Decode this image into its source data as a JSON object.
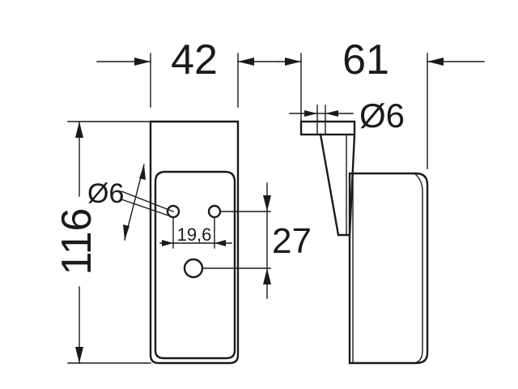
{
  "drawing": {
    "dimensions": {
      "width_front": "42",
      "depth_side": "61",
      "bracket_hole_side": "Ø6",
      "mount_hole_front": "Ø6",
      "hole_spacing": "19,6",
      "vertical_offset": "27",
      "height": "116"
    },
    "colors": {
      "line": "#1a1a1a",
      "background": "#ffffff"
    }
  }
}
